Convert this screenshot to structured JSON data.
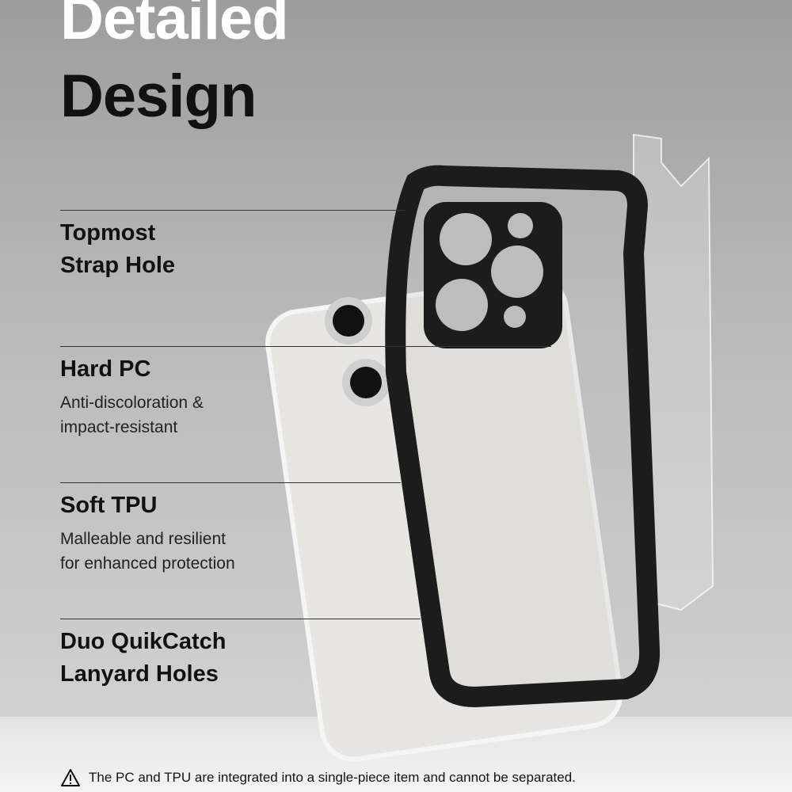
{
  "title": {
    "line1": "Detailed",
    "line2": "Design"
  },
  "features": [
    {
      "heading_lines": [
        "Topmost",
        "Strap Hole"
      ],
      "description_lines": []
    },
    {
      "heading_lines": [
        "Hard PC"
      ],
      "description_lines": [
        "Anti-discoloration &",
        "impact-resistant"
      ]
    },
    {
      "heading_lines": [
        "Soft TPU"
      ],
      "description_lines": [
        "Malleable and resilient",
        "for enhanced protection"
      ]
    },
    {
      "heading_lines": [
        "Duo QuikCatch",
        "Lanyard Holes"
      ],
      "description_lines": []
    }
  ],
  "note": {
    "icon": "warning-triangle-icon",
    "text": "The PC and TPU are integrated into a single-piece item and cannot be separated."
  },
  "colors": {
    "case_black": "#1c1c1c",
    "phone_body": "#e8e6e2"
  }
}
